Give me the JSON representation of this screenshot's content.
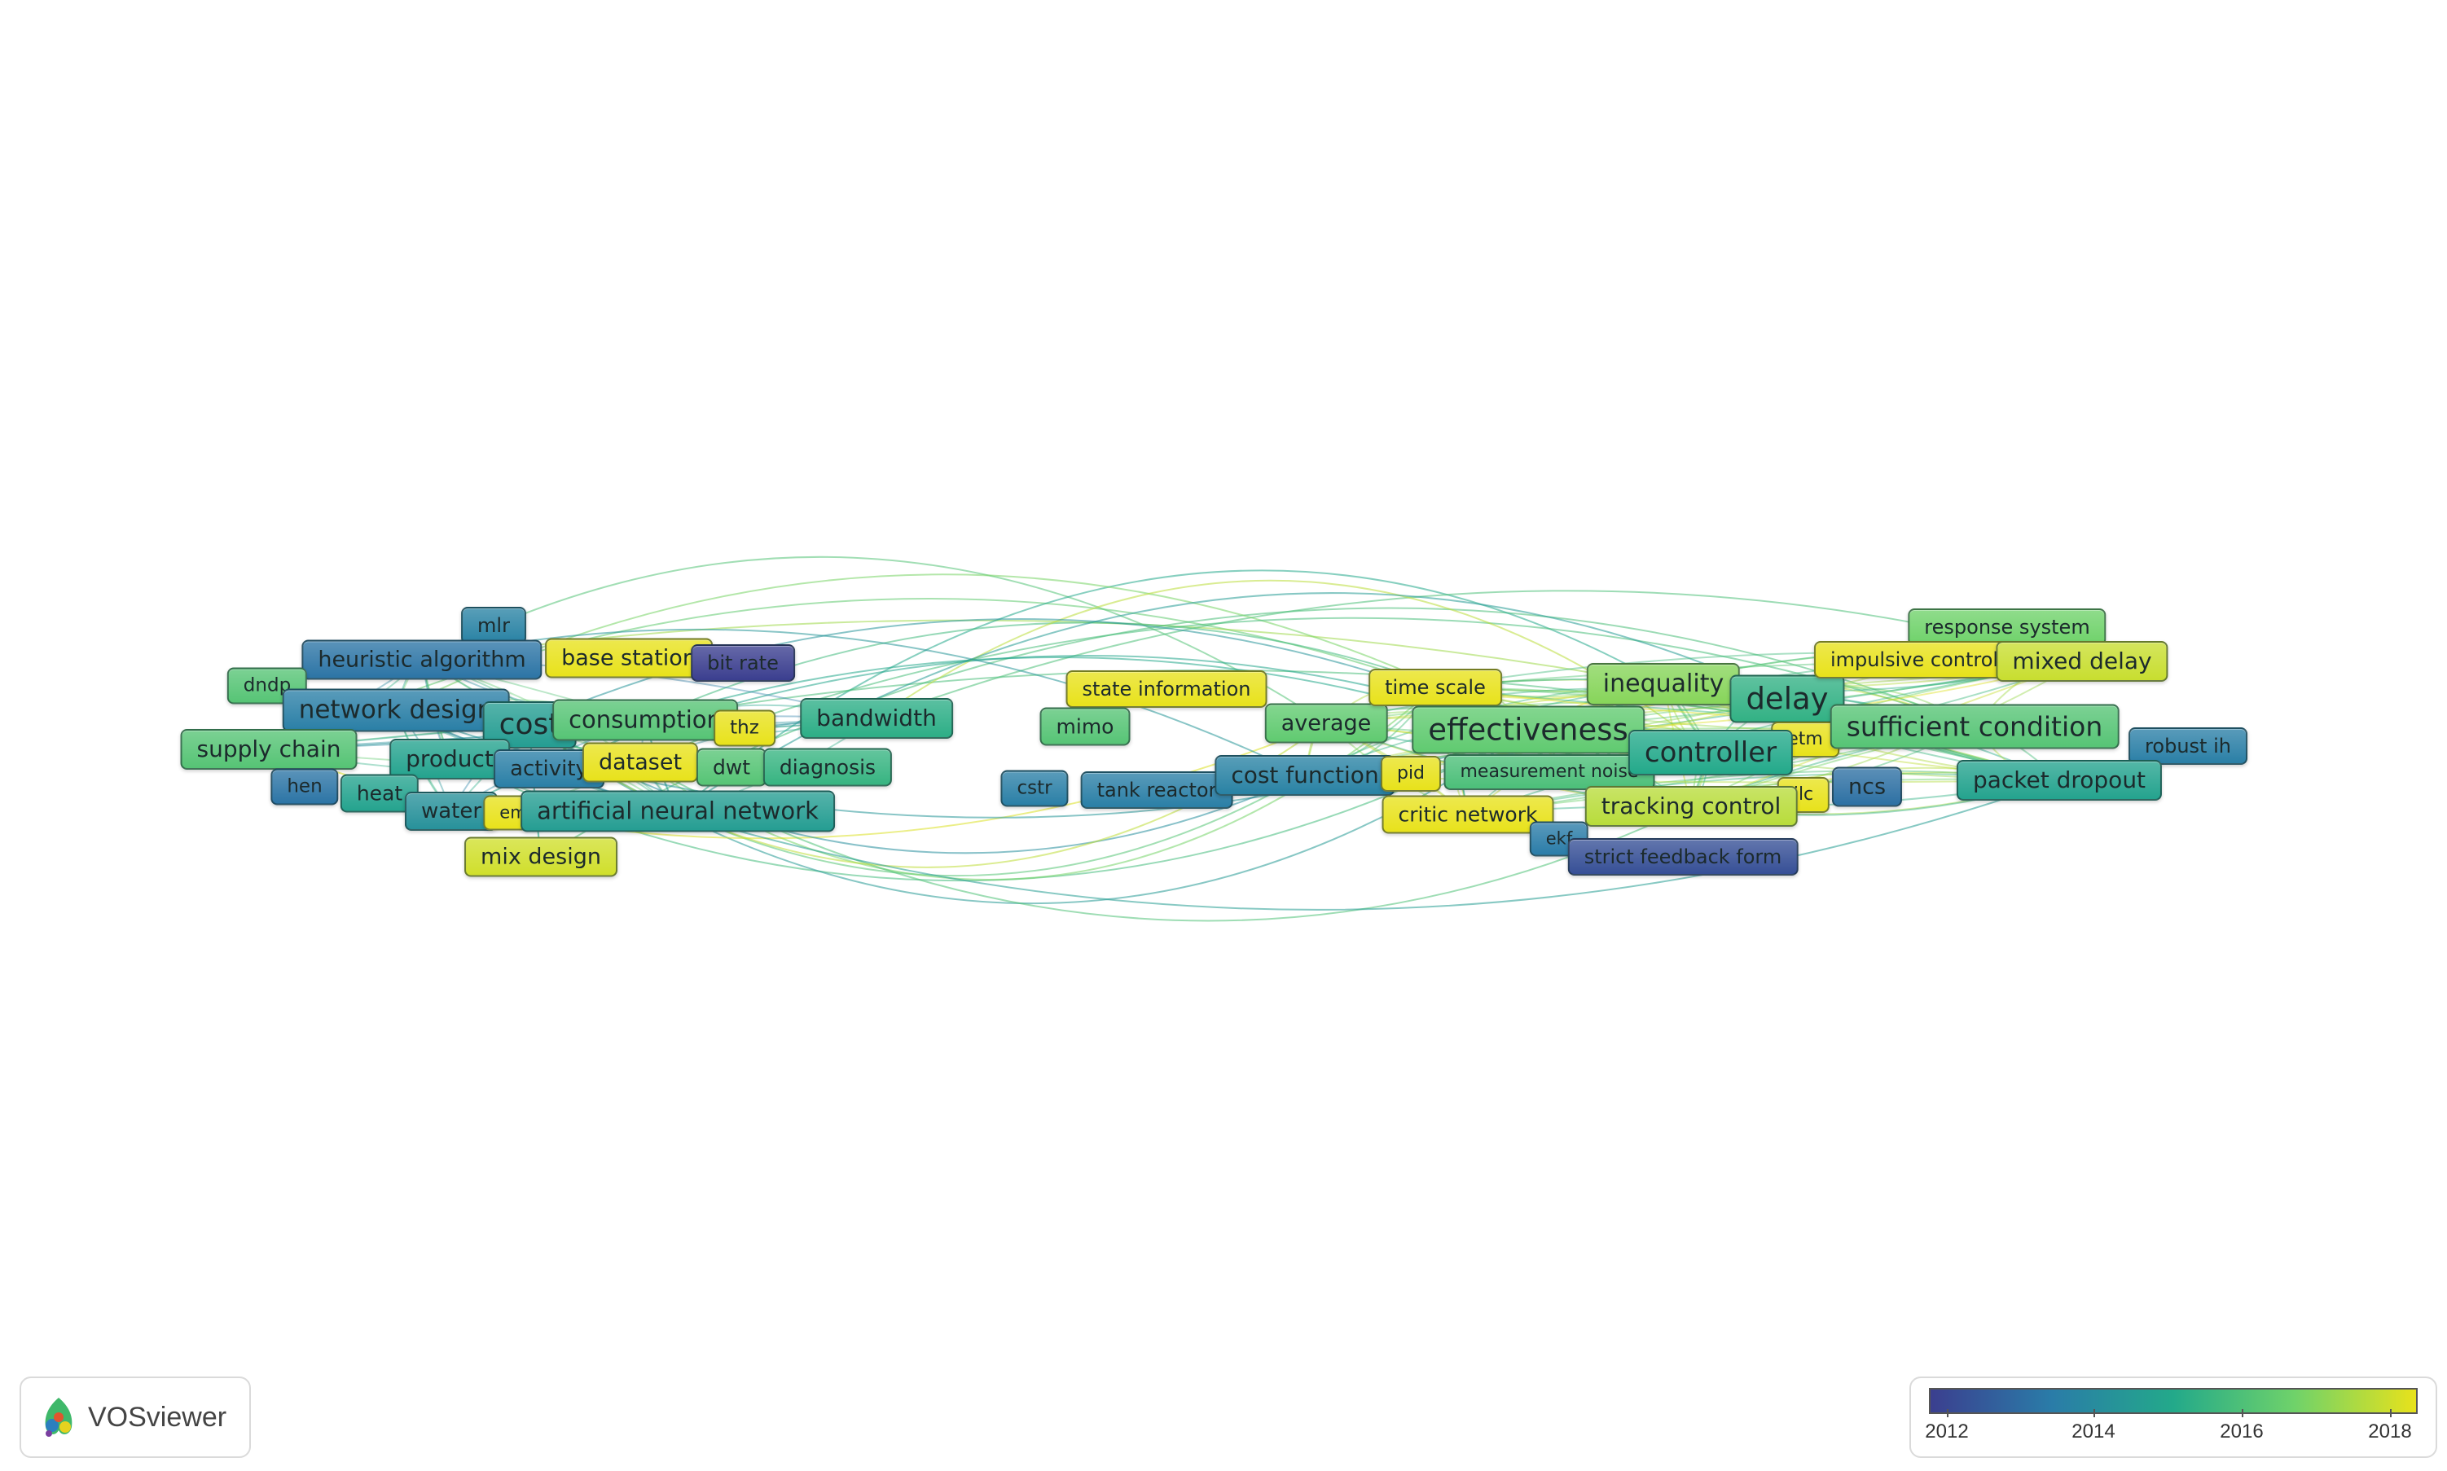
{
  "app": {
    "name": "VOSviewer"
  },
  "legend": {
    "labels": [
      "2012",
      "2014",
      "2016",
      "2018"
    ],
    "gradient_colors": [
      "#3b3f8f",
      "#2a7ca8",
      "#23a98a",
      "#6fd26a",
      "#e8e21b"
    ]
  },
  "nodes": [
    {
      "label": "mlr",
      "year": 2013.7
    },
    {
      "label": "heuristic algorithm",
      "year": 2013.3
    },
    {
      "label": "base station",
      "year": 2018
    },
    {
      "label": "bit rate",
      "year": 2012
    },
    {
      "label": "dndp",
      "year": 2016
    },
    {
      "label": "network design",
      "year": 2013.6
    },
    {
      "label": "cost",
      "year": 2014.6
    },
    {
      "label": "consumption",
      "year": 2016
    },
    {
      "label": "thz",
      "year": 2018
    },
    {
      "label": "bandwidth",
      "year": 2015.2
    },
    {
      "label": "supply chain",
      "year": 2016
    },
    {
      "label": "product",
      "year": 2014.8
    },
    {
      "label": "activity",
      "year": 2013.6
    },
    {
      "label": "dataset",
      "year": 2018
    },
    {
      "label": "dwt",
      "year": 2016
    },
    {
      "label": "diagnosis",
      "year": 2015.4
    },
    {
      "label": "hen",
      "year": 2013.3
    },
    {
      "label": "heat",
      "year": 2014.8
    },
    {
      "label": "water",
      "year": 2014.2
    },
    {
      "label": "em",
      "year": 2018
    },
    {
      "label": "artificial neural network",
      "year": 2014.6
    },
    {
      "label": "mix design",
      "year": 2017.7
    },
    {
      "label": "state information",
      "year": 2018
    },
    {
      "label": "mimo",
      "year": 2016
    },
    {
      "label": "average",
      "year": 2016.2
    },
    {
      "label": "time scale",
      "year": 2018
    },
    {
      "label": "inequality",
      "year": 2016.8
    },
    {
      "label": "delay",
      "year": 2015.3
    },
    {
      "label": "response system",
      "year": 2016.5
    },
    {
      "label": "impulsive control",
      "year": 2018
    },
    {
      "label": "mixed delay",
      "year": 2017.6
    },
    {
      "label": "effectiveness",
      "year": 2016.2
    },
    {
      "label": "etm",
      "year": 2018
    },
    {
      "label": "sufficient condition",
      "year": 2016
    },
    {
      "label": "robust ih",
      "year": 2013.6
    },
    {
      "label": "cstr",
      "year": 2013.6
    },
    {
      "label": "tank reactor",
      "year": 2013.6
    },
    {
      "label": "cost function",
      "year": 2013.7
    },
    {
      "label": "pid",
      "year": 2018
    },
    {
      "label": "measurement noise",
      "year": 2015.8
    },
    {
      "label": "controller",
      "year": 2015
    },
    {
      "label": "ilc",
      "year": 2018
    },
    {
      "label": "ncs",
      "year": 2013.2
    },
    {
      "label": "packet dropout",
      "year": 2014.8
    },
    {
      "label": "critic network",
      "year": 2018
    },
    {
      "label": "tracking control",
      "year": 2017.4
    },
    {
      "label": "ekf",
      "year": 2013.5
    },
    {
      "label": "strict feedback form",
      "year": 2012.4
    }
  ]
}
